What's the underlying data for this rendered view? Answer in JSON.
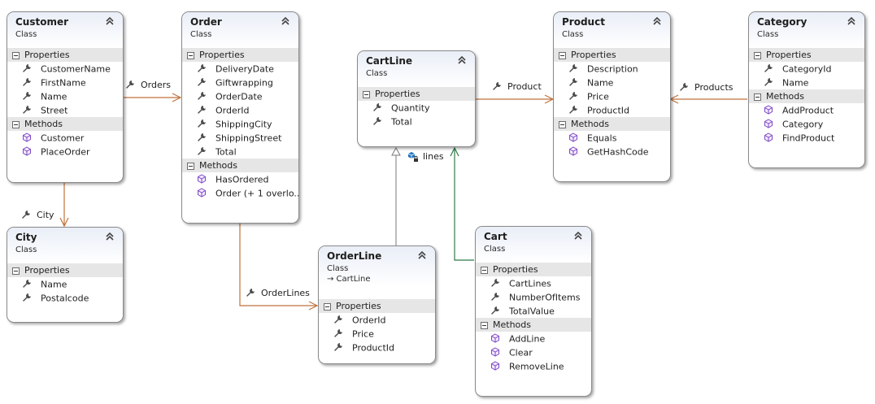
{
  "colors": {
    "association": "#c0703a",
    "inheritance": "#7a7a7a",
    "collection": "#2e7a46",
    "method_icon": "#7d48c4",
    "header_gradient_top": "#e9eef7"
  },
  "classes": {
    "customer": {
      "name": "Customer",
      "type": "Class",
      "properties_label": "Properties",
      "properties": [
        "CustomerName",
        "FirstName",
        "Name",
        "Street"
      ],
      "methods_label": "Methods",
      "methods": [
        "Customer",
        "PlaceOrder"
      ]
    },
    "city": {
      "name": "City",
      "type": "Class",
      "properties_label": "Properties",
      "properties": [
        "Name",
        "Postalcode"
      ]
    },
    "order": {
      "name": "Order",
      "type": "Class",
      "properties_label": "Properties",
      "properties": [
        "DeliveryDate",
        "Giftwrapping",
        "OrderDate",
        "OrderId",
        "ShippingCity",
        "ShippingStreet",
        "Total"
      ],
      "methods_label": "Methods",
      "methods": [
        "HasOrdered",
        "Order (+ 1 overlo..."
      ]
    },
    "cartline": {
      "name": "CartLine",
      "type": "Class",
      "properties_label": "Properties",
      "properties": [
        "Quantity",
        "Total"
      ]
    },
    "orderline": {
      "name": "OrderLine",
      "type": "Class",
      "base": "→ CartLine",
      "properties_label": "Properties",
      "properties": [
        "OrderId",
        "Price",
        "ProductId"
      ]
    },
    "cart": {
      "name": "Cart",
      "type": "Class",
      "properties_label": "Properties",
      "properties": [
        "CartLines",
        "NumberOfItems",
        "TotalValue"
      ],
      "methods_label": "Methods",
      "methods": [
        "AddLine",
        "Clear",
        "RemoveLine"
      ]
    },
    "product": {
      "name": "Product",
      "type": "Class",
      "properties_label": "Properties",
      "properties": [
        "Description",
        "Name",
        "Price",
        "ProductId"
      ],
      "methods_label": "Methods",
      "methods": [
        "Equals",
        "GetHashCode"
      ]
    },
    "category": {
      "name": "Category",
      "type": "Class",
      "properties_label": "Properties",
      "properties": [
        "CategoryId",
        "Name"
      ],
      "methods_label": "Methods",
      "methods": [
        "AddProduct",
        "Category",
        "FindProduct"
      ]
    }
  },
  "connectors": {
    "orders": "Orders",
    "city": "City",
    "orderlines": "OrderLines",
    "product": "Product",
    "products": "Products",
    "lines": "lines"
  },
  "icons": {
    "property": "wrench-icon",
    "method": "cube-icon",
    "collapse": "double-chevron-up-icon",
    "section_toggle": "minus-box-icon",
    "private_field": "lock-cube-icon"
  }
}
